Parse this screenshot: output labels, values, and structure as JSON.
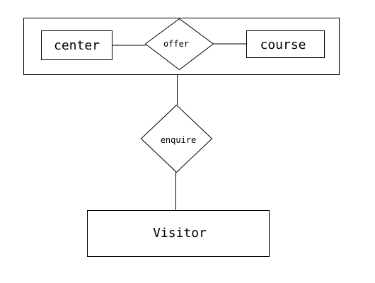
{
  "diagram": {
    "entities": {
      "center": "center",
      "course": "course",
      "visitor": "Visitor"
    },
    "relationships": {
      "offer": "offer",
      "enquire": "enquire"
    }
  }
}
